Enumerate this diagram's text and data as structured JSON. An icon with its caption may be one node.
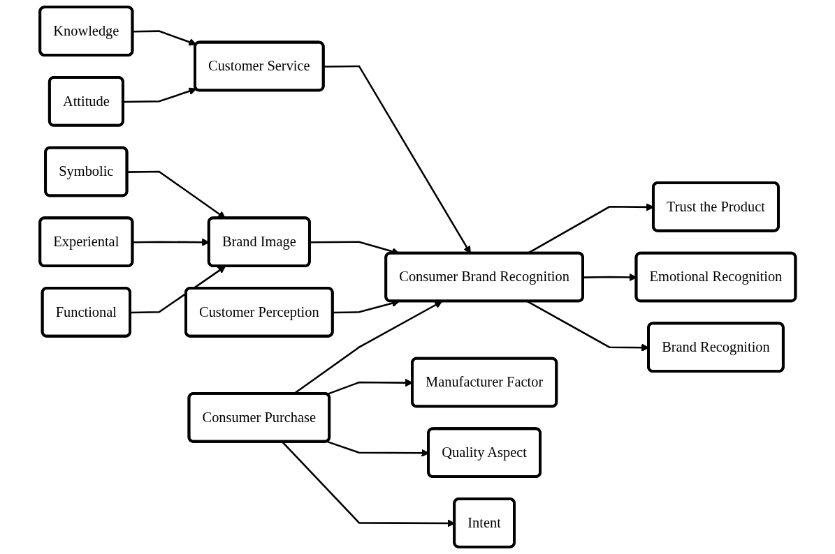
{
  "diagram": {
    "nodes": [
      {
        "text": [
          "Knowledge"
        ]
      },
      {
        "text": [
          "Attitude"
        ]
      },
      {
        "text": [
          "Customer Service"
        ]
      },
      {
        "text": [
          "Symbolic"
        ]
      },
      {
        "text": [
          "Experiental"
        ]
      },
      {
        "text": [
          "Functional"
        ]
      },
      {
        "text": [
          "Brand Image"
        ]
      },
      {
        "text": [
          "Customer Perception"
        ]
      },
      {
        "text": [
          "Consumer Brand Recognition"
        ]
      },
      {
        "text": [
          "Trust the Product"
        ]
      },
      {
        "text": [
          "Emotional Recognition"
        ]
      },
      {
        "text": [
          "Brand Recognition"
        ]
      },
      {
        "text": [
          "Consumer Purchase"
        ]
      },
      {
        "text": [
          "Manufacturer Factor"
        ]
      },
      {
        "text": [
          "Quality Aspect"
        ]
      },
      {
        "text": [
          "Intent"
        ]
      }
    ],
    "edges": [
      {
        "from": 0,
        "to": 2,
        "arrow": "to"
      },
      {
        "from": 1,
        "to": 2,
        "arrow": "to"
      },
      {
        "from": 3,
        "to": 6,
        "arrow": "to"
      },
      {
        "from": 4,
        "to": 6,
        "arrow": "to"
      },
      {
        "from": 5,
        "to": 6,
        "arrow": "to"
      },
      {
        "from": 2,
        "to": 8,
        "arrow": "to"
      },
      {
        "from": 6,
        "to": 8,
        "arrow": "to"
      },
      {
        "from": 7,
        "to": 8,
        "arrow": "to"
      },
      {
        "from": 12,
        "to": 8,
        "arrow": "to"
      },
      {
        "from": 8,
        "to": 9,
        "arrow": "to"
      },
      {
        "from": 8,
        "to": 10,
        "arrow": "to"
      },
      {
        "from": 8,
        "to": 11,
        "arrow": "to"
      },
      {
        "from": 12,
        "to": 13,
        "arrow": "to"
      },
      {
        "from": 12,
        "to": 14,
        "arrow": "to"
      },
      {
        "from": 12,
        "to": 15,
        "arrow": "to"
      }
    ]
  }
}
